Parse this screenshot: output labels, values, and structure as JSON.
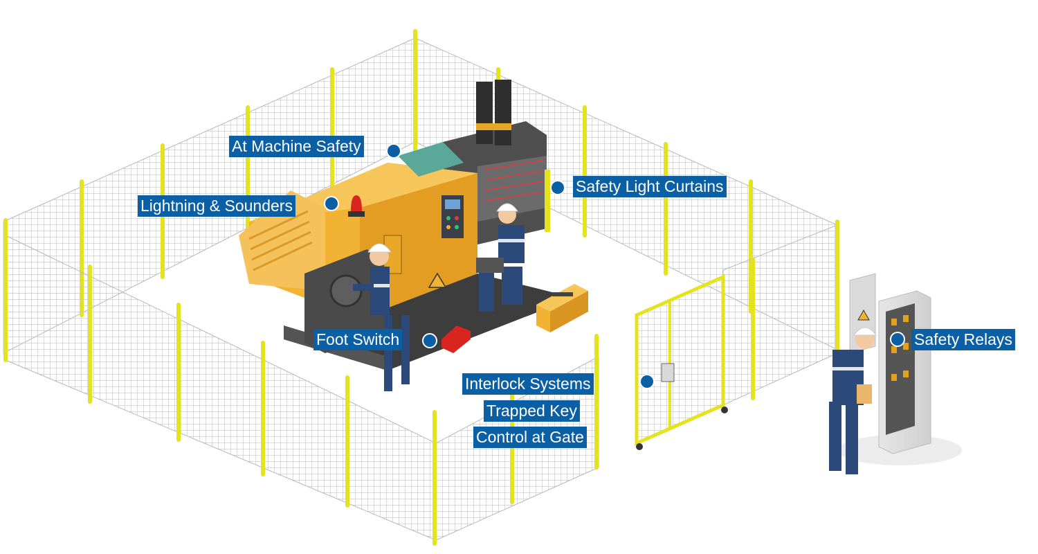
{
  "colors": {
    "label_bg": "#0b5fa5",
    "label_text": "#ffffff",
    "fence_post": "#e5e21e",
    "fence_mesh": "#bdbdbd",
    "machine_body": "#f2b233",
    "machine_dark": "#4a4a4a",
    "worker_uniform": "#2b4a7a"
  },
  "callouts": {
    "at_machine_safety": "At Machine Safety",
    "lightning_sounders": "Lightning & Sounders",
    "safety_light_curtains": "Safety Light Curtains",
    "foot_switch": "Foot Switch",
    "interlock": [
      "Interlock Systems",
      "Trapped Key",
      "Control at Gate"
    ],
    "safety_relays": "Safety Relays"
  },
  "icons": [
    "fence",
    "machine",
    "beacon",
    "toolbox",
    "foot-switch",
    "gate",
    "electrical-panel",
    "worker"
  ]
}
